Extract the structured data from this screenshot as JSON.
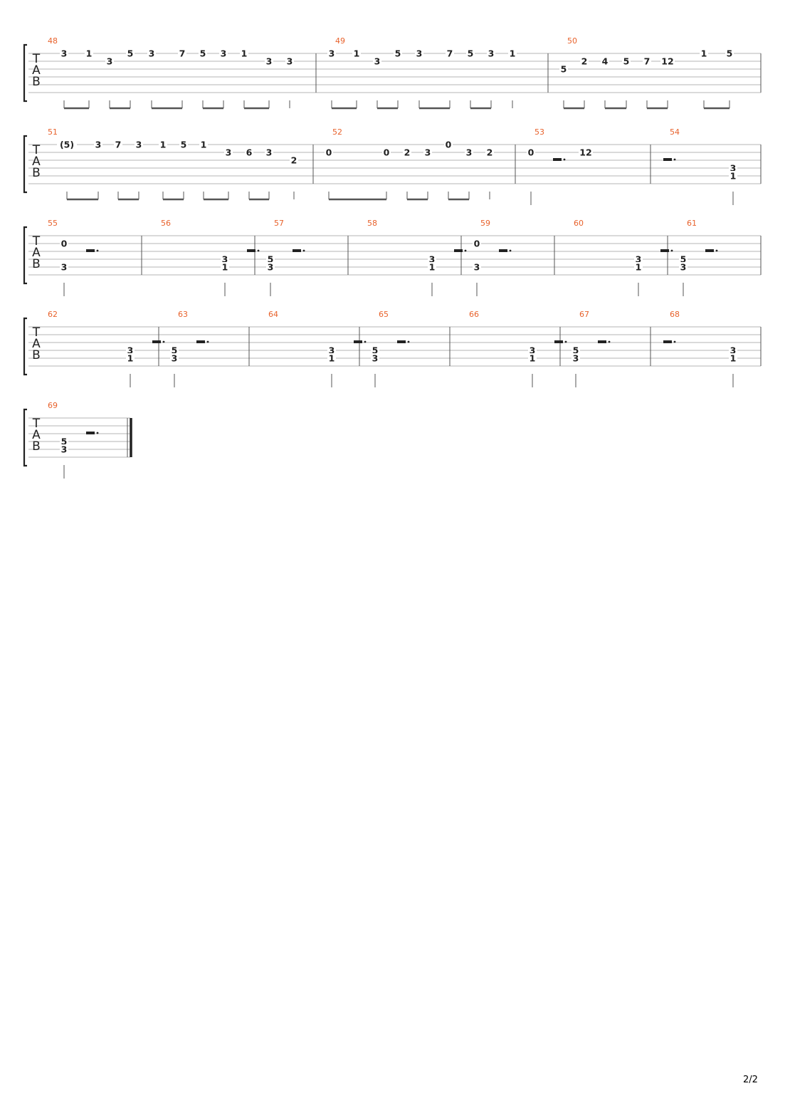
{
  "page": {
    "page_number": "2/2"
  },
  "style": {
    "measure_number_color": "#e8622c",
    "staff_line_color": "#b4b4b4",
    "stem_color": "#555555",
    "ink_color": "#222222"
  },
  "clef": [
    "T",
    "A",
    "B"
  ],
  "systems": [
    {
      "measures": [
        {
          "number": "48",
          "notes": [
            {
              "fret": "3",
              "string": 1
            },
            {
              "fret": "1",
              "string": 1
            },
            {
              "fret": "3",
              "string": 2
            },
            {
              "fret": "5",
              "string": 1
            },
            {
              "fret": "3",
              "string": 1
            },
            {
              "fret": "7",
              "string": 1
            },
            {
              "fret": "5",
              "string": 1
            },
            {
              "fret": "3",
              "string": 1
            },
            {
              "fret": "1",
              "string": 1
            },
            {
              "fret": "3",
              "string": 2
            },
            {
              "fret": "3",
              "string": 2
            }
          ]
        },
        {
          "number": "49",
          "notes": [
            {
              "fret": "3",
              "string": 1
            },
            {
              "fret": "1",
              "string": 1
            },
            {
              "fret": "3",
              "string": 2
            },
            {
              "fret": "5",
              "string": 1
            },
            {
              "fret": "3",
              "string": 1
            },
            {
              "fret": "7",
              "string": 1
            },
            {
              "fret": "5",
              "string": 1
            },
            {
              "fret": "3",
              "string": 1
            },
            {
              "fret": "1",
              "string": 1
            }
          ]
        },
        {
          "number": "50",
          "notes": [
            {
              "fret": "5",
              "string": 3
            },
            {
              "fret": "2",
              "string": 2
            },
            {
              "fret": "4",
              "string": 2
            },
            {
              "fret": "5",
              "string": 2
            },
            {
              "fret": "7",
              "string": 2
            },
            {
              "fret": "12",
              "string": 2
            },
            {
              "fret": "1",
              "string": 1
            },
            {
              "fret": "5",
              "string": 1
            }
          ]
        }
      ]
    },
    {
      "measures": [
        {
          "number": "51",
          "notes": [
            {
              "fret": "(5)",
              "string": 1
            },
            {
              "fret": "3",
              "string": 1
            },
            {
              "fret": "7",
              "string": 1
            },
            {
              "fret": "3",
              "string": 1
            },
            {
              "fret": "1",
              "string": 1
            },
            {
              "fret": "5",
              "string": 1
            },
            {
              "fret": "1",
              "string": 1
            },
            {
              "fret": "3",
              "string": 2
            },
            {
              "fret": "6",
              "string": 2
            },
            {
              "fret": "3",
              "string": 2
            },
            {
              "fret": "2",
              "string": 3
            }
          ]
        },
        {
          "number": "52",
          "notes": [
            {
              "fret": "0",
              "string": 2
            },
            {
              "fret": "0",
              "string": 2
            },
            {
              "fret": "2",
              "string": 2
            },
            {
              "fret": "3",
              "string": 2
            },
            {
              "fret": "0",
              "string": 1
            },
            {
              "fret": "3",
              "string": 2
            },
            {
              "fret": "2",
              "string": 2
            }
          ]
        },
        {
          "number": "53",
          "notes": [
            {
              "fret": "0",
              "string": 2
            },
            {
              "fret": "12",
              "string": 2
            }
          ]
        },
        {
          "number": "54",
          "notes": [
            {
              "fret": "3",
              "string": 4
            },
            {
              "fret": "1",
              "string": 5
            }
          ]
        }
      ]
    },
    {
      "measures": [
        {
          "number": "55",
          "notes": [
            {
              "fret": "0",
              "string": 2
            },
            {
              "fret": "3",
              "string": 5
            }
          ]
        },
        {
          "number": "56",
          "notes": [
            {
              "fret": "3",
              "string": 4
            },
            {
              "fret": "1",
              "string": 5
            }
          ]
        },
        {
          "number": "57",
          "notes": [
            {
              "fret": "5",
              "string": 4
            },
            {
              "fret": "3",
              "string": 5
            }
          ]
        },
        {
          "number": "58",
          "notes": [
            {
              "fret": "3",
              "string": 4
            },
            {
              "fret": "1",
              "string": 5
            }
          ]
        },
        {
          "number": "59",
          "notes": [
            {
              "fret": "0",
              "string": 2
            },
            {
              "fret": "3",
              "string": 5
            }
          ]
        },
        {
          "number": "60",
          "notes": [
            {
              "fret": "3",
              "string": 4
            },
            {
              "fret": "1",
              "string": 5
            }
          ]
        },
        {
          "number": "61",
          "notes": [
            {
              "fret": "5",
              "string": 4
            },
            {
              "fret": "3",
              "string": 5
            }
          ]
        }
      ]
    },
    {
      "measures": [
        {
          "number": "62",
          "notes": [
            {
              "fret": "3",
              "string": 4
            },
            {
              "fret": "1",
              "string": 5
            }
          ]
        },
        {
          "number": "63",
          "notes": [
            {
              "fret": "5",
              "string": 4
            },
            {
              "fret": "3",
              "string": 5
            }
          ]
        },
        {
          "number": "64",
          "notes": [
            {
              "fret": "3",
              "string": 4
            },
            {
              "fret": "1",
              "string": 5
            }
          ]
        },
        {
          "number": "65",
          "notes": [
            {
              "fret": "5",
              "string": 4
            },
            {
              "fret": "3",
              "string": 5
            }
          ]
        },
        {
          "number": "66",
          "notes": [
            {
              "fret": "3",
              "string": 4
            },
            {
              "fret": "1",
              "string": 5
            }
          ]
        },
        {
          "number": "67",
          "notes": [
            {
              "fret": "5",
              "string": 4
            },
            {
              "fret": "3",
              "string": 5
            }
          ]
        },
        {
          "number": "68",
          "notes": [
            {
              "fret": "3",
              "string": 4
            },
            {
              "fret": "1",
              "string": 5
            }
          ]
        }
      ]
    },
    {
      "measures": [
        {
          "number": "69",
          "notes": [
            {
              "fret": "5",
              "string": 4
            },
            {
              "fret": "3",
              "string": 5
            }
          ]
        }
      ]
    }
  ]
}
